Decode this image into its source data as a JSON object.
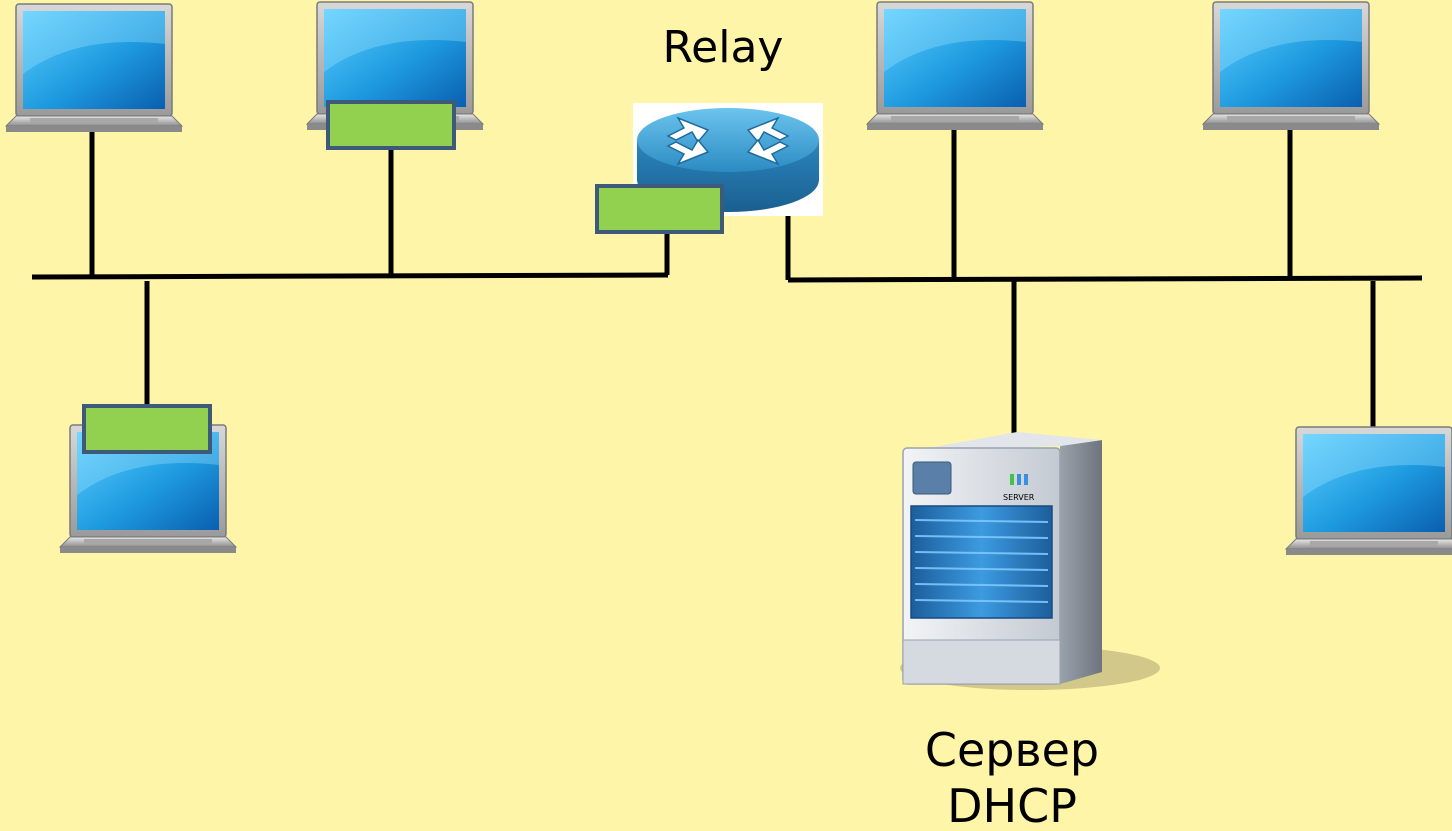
{
  "diagram": {
    "relay_label": "Relay",
    "server_label_line1": "Сервер",
    "server_label_line2": "DHCP",
    "server_badge": "SERVER",
    "colors": {
      "background": "#FFF5A8",
      "line": "#000000",
      "packet_fill": "#92D050",
      "packet_border": "#3D5A7A",
      "router": "#2E8FC4",
      "screen": "#2FA8E8"
    }
  }
}
